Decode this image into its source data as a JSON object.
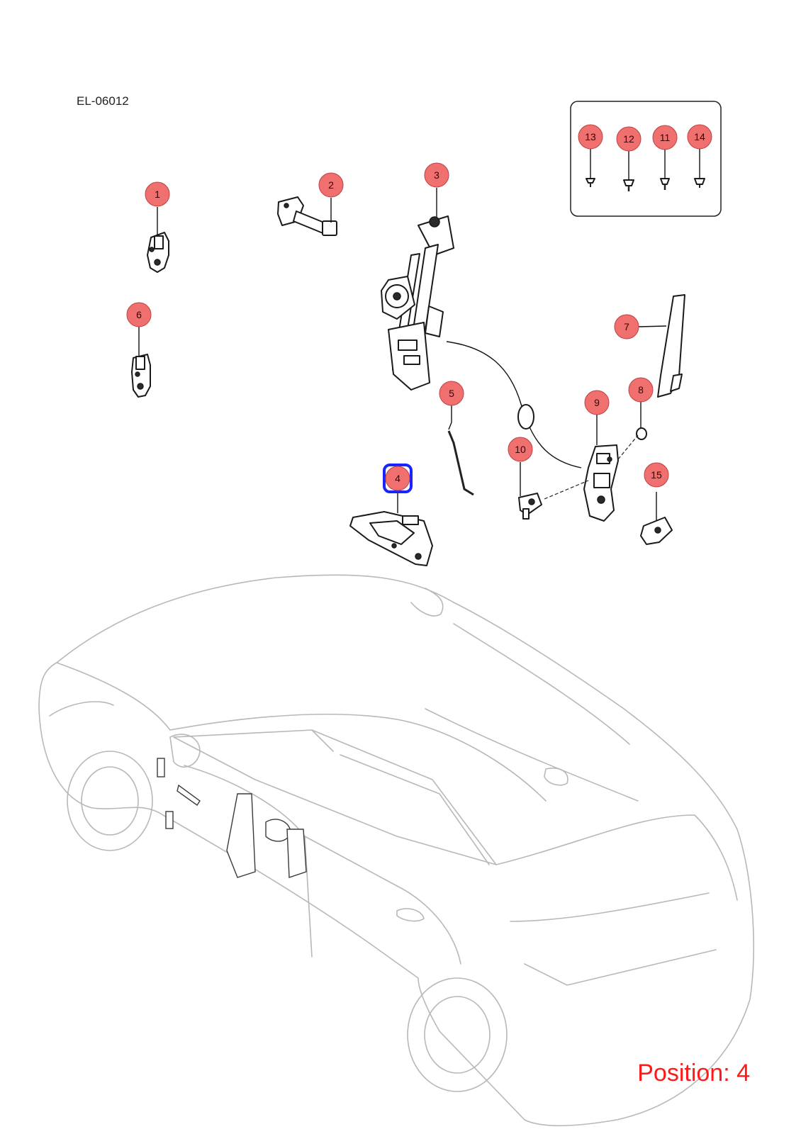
{
  "diagram_code": "EL-06012",
  "position_label": "Position: 4",
  "accent_color": "#ff1a1a",
  "callout_fill": "#f07070",
  "highlight_color": "#1a22ff",
  "selected_callout": "4",
  "callouts": [
    {
      "id": "1",
      "label": "1"
    },
    {
      "id": "2",
      "label": "2"
    },
    {
      "id": "3",
      "label": "3"
    },
    {
      "id": "4",
      "label": "4"
    },
    {
      "id": "5",
      "label": "5"
    },
    {
      "id": "6",
      "label": "6"
    },
    {
      "id": "7",
      "label": "7"
    },
    {
      "id": "8",
      "label": "8"
    },
    {
      "id": "9",
      "label": "9"
    },
    {
      "id": "10",
      "label": "10"
    },
    {
      "id": "11",
      "label": "11"
    },
    {
      "id": "12",
      "label": "12"
    },
    {
      "id": "13",
      "label": "13"
    },
    {
      "id": "14",
      "label": "14"
    },
    {
      "id": "15",
      "label": "15"
    }
  ]
}
